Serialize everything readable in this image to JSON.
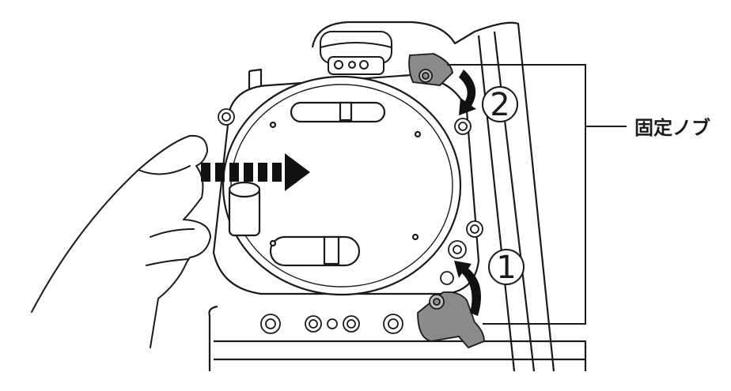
{
  "callout": {
    "label": "固定ノブ"
  },
  "steps": [
    {
      "number": "1"
    },
    {
      "number": "2"
    }
  ],
  "colors": {
    "line": "#1a1a1a",
    "knob_fill": "#8a8a8a",
    "knob_highlight": "#bdbdbd",
    "arrow": "#111111",
    "background": "#ffffff"
  },
  "icons": {
    "slide_direction": "dashed-arrow-right",
    "step1_rotation": "curved-arrow-up",
    "step2_rotation": "curved-arrow-down"
  }
}
